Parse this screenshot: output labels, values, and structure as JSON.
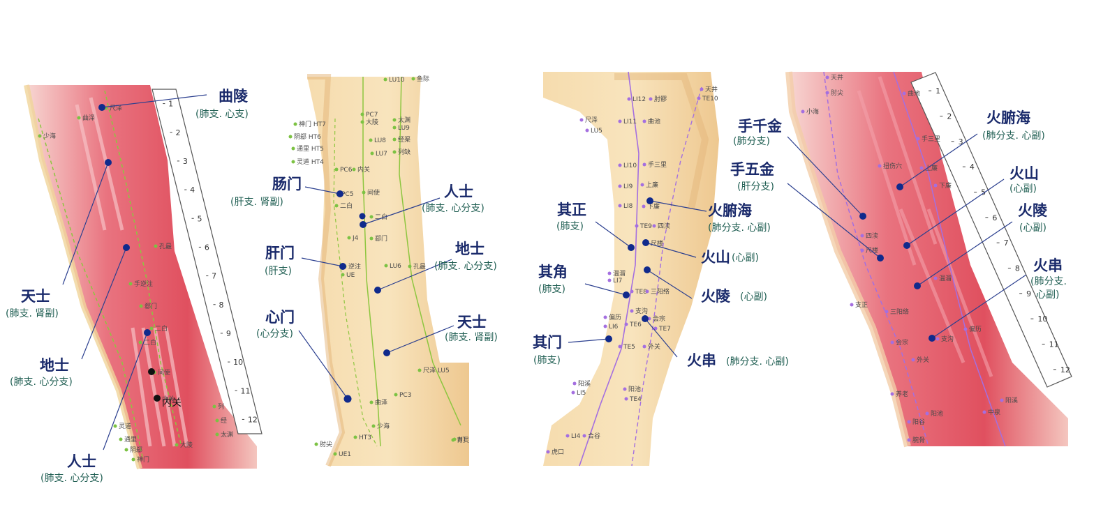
{
  "panels": {
    "p1": {
      "ruler": [
        "1",
        "2",
        "3",
        "4",
        "5",
        "6",
        "7",
        "8",
        "9",
        "10",
        "11",
        "12"
      ],
      "anatomy": [
        "尺泽",
        "曲泽",
        "少海",
        "孔最",
        "手逆注",
        "郄门",
        "二白",
        "二白",
        "间使",
        "内关",
        "灵道",
        "通里",
        "阴郄",
        "神门",
        "大陵",
        "列",
        "经",
        "太渊"
      ],
      "labels": [
        {
          "main": "曲陵",
          "sub": "(肺支. 心支)"
        },
        {
          "main": "天士",
          "sub": "(肺支. 肾副)"
        },
        {
          "main": "地士",
          "sub": "(肺支. 心分支)"
        },
        {
          "main": "人士",
          "sub": "(肺支. 心分支)"
        }
      ],
      "extra": "内关"
    },
    "p2": {
      "anatomy": [
        "LU10",
        "鱼际",
        "PC7",
        "大陵",
        "太渊",
        "LU9",
        "神门 HT7",
        "阴郄 HT6",
        "通里 HT5",
        "灵道 HT4",
        "LU8",
        "经渠",
        "LU7",
        "列缺",
        "PC6",
        "内关",
        "PC5",
        "间使",
        "二白",
        "二白",
        "郄门",
        "逆注",
        "UE",
        "孔最",
        "尺泽 LU5",
        "曲泽",
        "PC3",
        "少海",
        "HT3",
        "肘尖",
        "UE1",
        "青灵",
        "HT",
        "LU6",
        "J4"
      ],
      "labels": [
        {
          "main": "肠门",
          "sub": "(肝支. 肾副)"
        },
        {
          "main": "人士",
          "sub": "(肺支. 心分支)"
        },
        {
          "main": "肝门",
          "sub": "(肝支)"
        },
        {
          "main": "地士",
          "sub": "(肺支. 心分支)"
        },
        {
          "main": "心门",
          "sub": "(心分支)"
        },
        {
          "main": "天士",
          "sub": "(肺支. 肾副)"
        }
      ]
    },
    "p3": {
      "anatomy": [
        "天井",
        "TE10",
        "LI12",
        "肘髎",
        "尺泽",
        "LU5",
        "LI11",
        "曲池",
        "LI10",
        "手三里",
        "LI9",
        "上廉",
        "LI8",
        "下廉",
        "TE9",
        "四渎",
        "尺楼",
        "温溜",
        "LI7",
        "TE8",
        "三阳络",
        "偏历",
        "LI6",
        "支沟",
        "TE6",
        "会宗",
        "TE7",
        "TE5",
        "外关",
        "阳溪",
        "LI5",
        "阳池",
        "TE4",
        "LI4",
        "合谷",
        "虎口"
      ],
      "labels": [
        {
          "main": "其正",
          "sub": "(肺支)"
        },
        {
          "main": "火腑海",
          "sub": "(肺分支. 心副)"
        },
        {
          "main": "火山",
          "sub": "(心副)"
        },
        {
          "main": "其角",
          "sub": "(肺支)"
        },
        {
          "main": "火陵",
          "sub": "(心副)"
        },
        {
          "main": "其门",
          "sub": "(肺支)"
        },
        {
          "main": "火串",
          "sub": "(肺分支. 心副)"
        }
      ]
    },
    "p4": {
      "ruler": [
        "1",
        "2",
        "3",
        "4",
        "5",
        "6",
        "7",
        "8",
        "9",
        "10",
        "11",
        "12"
      ],
      "anatomy": [
        "天井",
        "肘尖",
        "小海",
        "曲池",
        "手三里",
        "扭伤穴",
        "上廉",
        "下廉",
        "四渎",
        "尺楼",
        "温溜",
        "支正",
        "三阳络",
        "偏历",
        "会宗",
        "支沟",
        "外关",
        "养老",
        "阳池",
        "中泉",
        "阳谷",
        "腕骨",
        "阳溪"
      ],
      "labels": [
        {
          "main": "手千金",
          "sub": "(肺分支)"
        },
        {
          "main": "火腑海",
          "sub": "(肺分支. 心副)"
        },
        {
          "main": "手五金",
          "sub": "(肝分支)"
        },
        {
          "main": "火山",
          "sub": "(心副)"
        },
        {
          "main": "火陵",
          "sub": "(心副)"
        },
        {
          "main": "火串",
          "sub": "(肺分支. 心副)"
        }
      ]
    }
  },
  "colors": {
    "label_main": "#1a2a6b",
    "label_sub": "#1f5e52",
    "point": "#102a8c",
    "line": "#2b3f8f"
  }
}
